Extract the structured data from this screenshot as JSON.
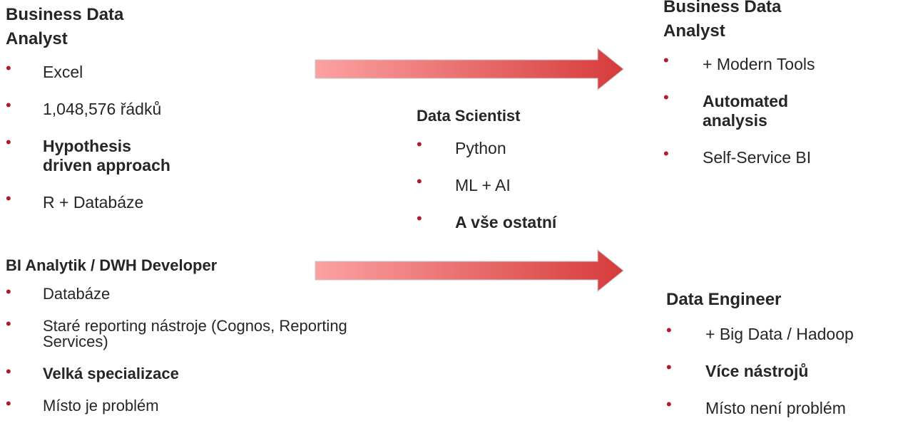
{
  "business_analyst": {
    "title_line1": "Business Data",
    "title_line2": "Analyst",
    "items": [
      {
        "line1": "Excel",
        "bold": false
      },
      {
        "line1": "1,048,576 řádků",
        "bold": false
      },
      {
        "line1": "Hypothesis",
        "line2": "driven approach",
        "bold": true
      },
      {
        "line1": "R + Databáze",
        "bold": false
      }
    ]
  },
  "bi_analytik": {
    "title": "BI Analytik / DWH Developer",
    "items": [
      {
        "line1": "Databáze",
        "bold": false
      },
      {
        "line1": "Staré reporting nástroje (Cognos, Reporting",
        "line2": "Services)",
        "bold": false
      },
      {
        "line1": "Velká specializace",
        "bold": true
      },
      {
        "line1": "Místo je problém",
        "bold": false
      }
    ]
  },
  "data_scientist": {
    "title": "Data Scientist",
    "items": [
      {
        "line1": "Python",
        "bold": false
      },
      {
        "line1": "ML + AI",
        "bold": false
      },
      {
        "line1": "A vše ostatní",
        "bold": true
      }
    ]
  },
  "business_analyst_modern": {
    "title_line1": "Business Data",
    "title_line2": "Analyst",
    "items": [
      {
        "line1": "+ Modern Tools",
        "bold": false
      },
      {
        "line1": "Automated",
        "line2": "analysis",
        "bold": true
      },
      {
        "line1": "Self-Service BI",
        "bold": false
      }
    ]
  },
  "data_engineer": {
    "title": "Data Engineer",
    "items": [
      {
        "line1": "+ Big Data / Hadoop",
        "bold": false
      },
      {
        "line1": "Více nástrojů",
        "bold": true
      },
      {
        "line1": "Místo není problém",
        "bold": false
      }
    ]
  },
  "bullet_glyph": "•",
  "colors": {
    "bullet": "#b5182a",
    "arrow_start": "#fca1a1",
    "arrow_end": "#d63b3b"
  }
}
